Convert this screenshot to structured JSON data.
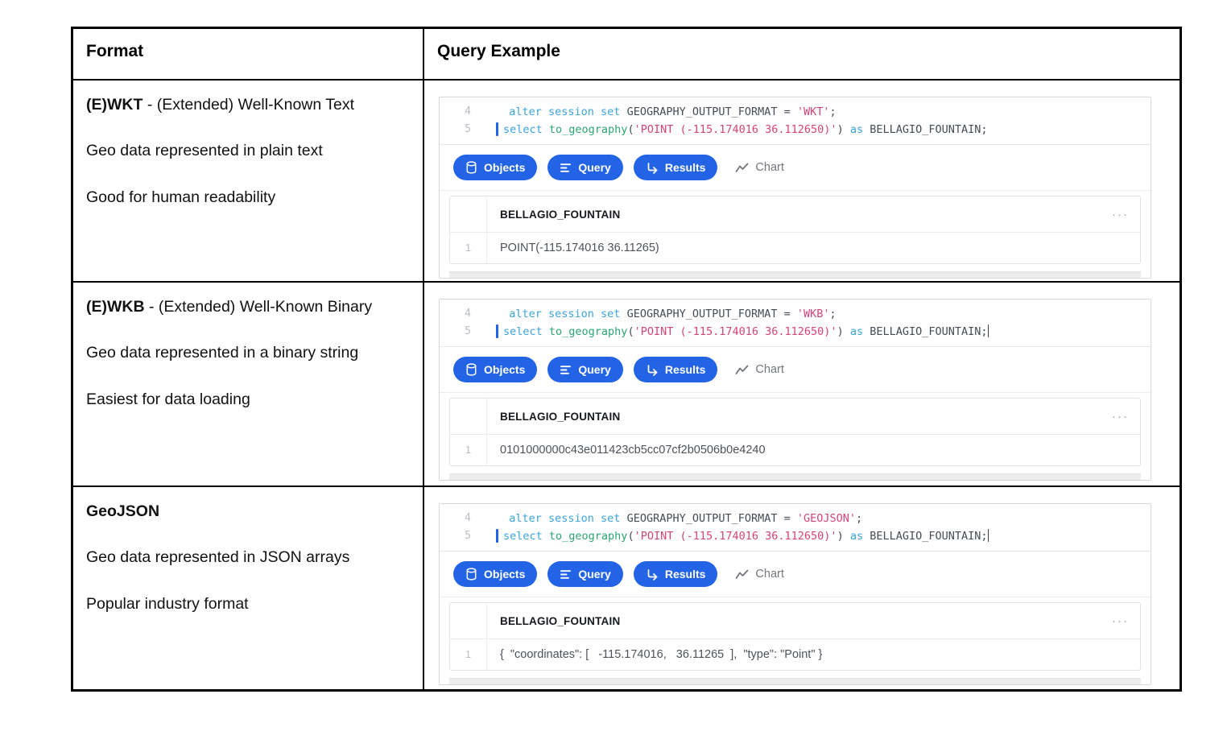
{
  "table": {
    "headers": {
      "format": "Format",
      "query_example": "Query Example"
    },
    "rows": [
      {
        "format": {
          "title": "(E)WKT",
          "title_rest": " - (Extended) Well-Known Text",
          "desc1": "Geo data represented in plain text",
          "desc2": "Good for human readability"
        },
        "code": {
          "lines": [
            {
              "no": "4",
              "tokens": [
                {
                  "t": "  alter session set ",
                  "c": "kw"
                },
                {
                  "t": "GEOGRAPHY_OUTPUT_FORMAT = ",
                  "c": "pl"
                },
                {
                  "t": "'WKT'",
                  "c": "str"
                },
                {
                  "t": ";",
                  "c": "pl"
                }
              ]
            },
            {
              "no": "5",
              "tokens": [
                {
                  "t": "",
                  "c": "bar"
                },
                {
                  "t": "select ",
                  "c": "kw"
                },
                {
                  "t": "to_geography",
                  "c": "fn"
                },
                {
                  "t": "(",
                  "c": "pl"
                },
                {
                  "t": "'POINT (-115.174016 36.112650)'",
                  "c": "str"
                },
                {
                  "t": ")",
                  "c": "pl"
                },
                {
                  "t": " as ",
                  "c": "kw"
                },
                {
                  "t": "BELLAGIO_FOUNTAIN;",
                  "c": "pl"
                }
              ]
            }
          ]
        },
        "result": {
          "column": "BELLAGIO_FOUNTAIN",
          "menu": "···",
          "row_no": "1",
          "value": "POINT(-115.174016 36.11265)"
        }
      },
      {
        "format": {
          "title": "(E)WKB",
          "title_rest": " - (Extended) Well-Known Binary",
          "desc1": "Geo data represented in a binary string",
          "desc2": "Easiest for data loading"
        },
        "code": {
          "lines": [
            {
              "no": "4",
              "tokens": [
                {
                  "t": "  alter session set ",
                  "c": "kw"
                },
                {
                  "t": "GEOGRAPHY_OUTPUT_FORMAT = ",
                  "c": "pl"
                },
                {
                  "t": "'WKB'",
                  "c": "str"
                },
                {
                  "t": ";",
                  "c": "pl"
                }
              ]
            },
            {
              "no": "5",
              "tokens": [
                {
                  "t": "",
                  "c": "bar"
                },
                {
                  "t": "select ",
                  "c": "kw"
                },
                {
                  "t": "to_geography",
                  "c": "fn"
                },
                {
                  "t": "(",
                  "c": "pl"
                },
                {
                  "t": "'POINT (-115.174016 36.112650)'",
                  "c": "str"
                },
                {
                  "t": ")",
                  "c": "pl"
                },
                {
                  "t": " as ",
                  "c": "kw"
                },
                {
                  "t": "BELLAGIO_FOUNTAIN;",
                  "c": "pl"
                },
                {
                  "t": "",
                  "c": "cur"
                }
              ]
            }
          ]
        },
        "result": {
          "column": "BELLAGIO_FOUNTAIN",
          "menu": "···",
          "row_no": "1",
          "value": "0101000000c43e011423cb5cc07cf2b0506b0e4240"
        }
      },
      {
        "format": {
          "title": "GeoJSON",
          "title_rest": "",
          "desc1": "Geo data represented in JSON arrays",
          "desc2": "Popular industry format"
        },
        "code": {
          "lines": [
            {
              "no": "4",
              "tokens": [
                {
                  "t": "  alter session set ",
                  "c": "kw"
                },
                {
                  "t": "GEOGRAPHY_OUTPUT_FORMAT = ",
                  "c": "pl"
                },
                {
                  "t": "'GEOJSON'",
                  "c": "str"
                },
                {
                  "t": ";",
                  "c": "pl"
                }
              ]
            },
            {
              "no": "5",
              "tokens": [
                {
                  "t": "",
                  "c": "bar"
                },
                {
                  "t": "select ",
                  "c": "kw"
                },
                {
                  "t": "to_geography",
                  "c": "fn"
                },
                {
                  "t": "(",
                  "c": "pl"
                },
                {
                  "t": "'POINT (-115.174016 36.112650)'",
                  "c": "str"
                },
                {
                  "t": ")",
                  "c": "pl"
                },
                {
                  "t": " as ",
                  "c": "kw"
                },
                {
                  "t": "BELLAGIO_FOUNTAIN;",
                  "c": "pl"
                },
                {
                  "t": "",
                  "c": "cur"
                }
              ]
            }
          ]
        },
        "result": {
          "column": "BELLAGIO_FOUNTAIN",
          "menu": "···",
          "row_no": "1",
          "value": "{  \"coordinates\": [   -115.174016,   36.11265  ],  \"type\": \"Point\" }"
        }
      }
    ]
  },
  "tabs": {
    "objects": "Objects",
    "query": "Query",
    "results": "Results",
    "chart": "Chart"
  },
  "colors": {
    "accent_blue": "#2264e5",
    "keyword_blue": "#3aa3dc",
    "function_green": "#2ca470",
    "string_pink": "#d6437a",
    "code_text": "#454c55"
  }
}
